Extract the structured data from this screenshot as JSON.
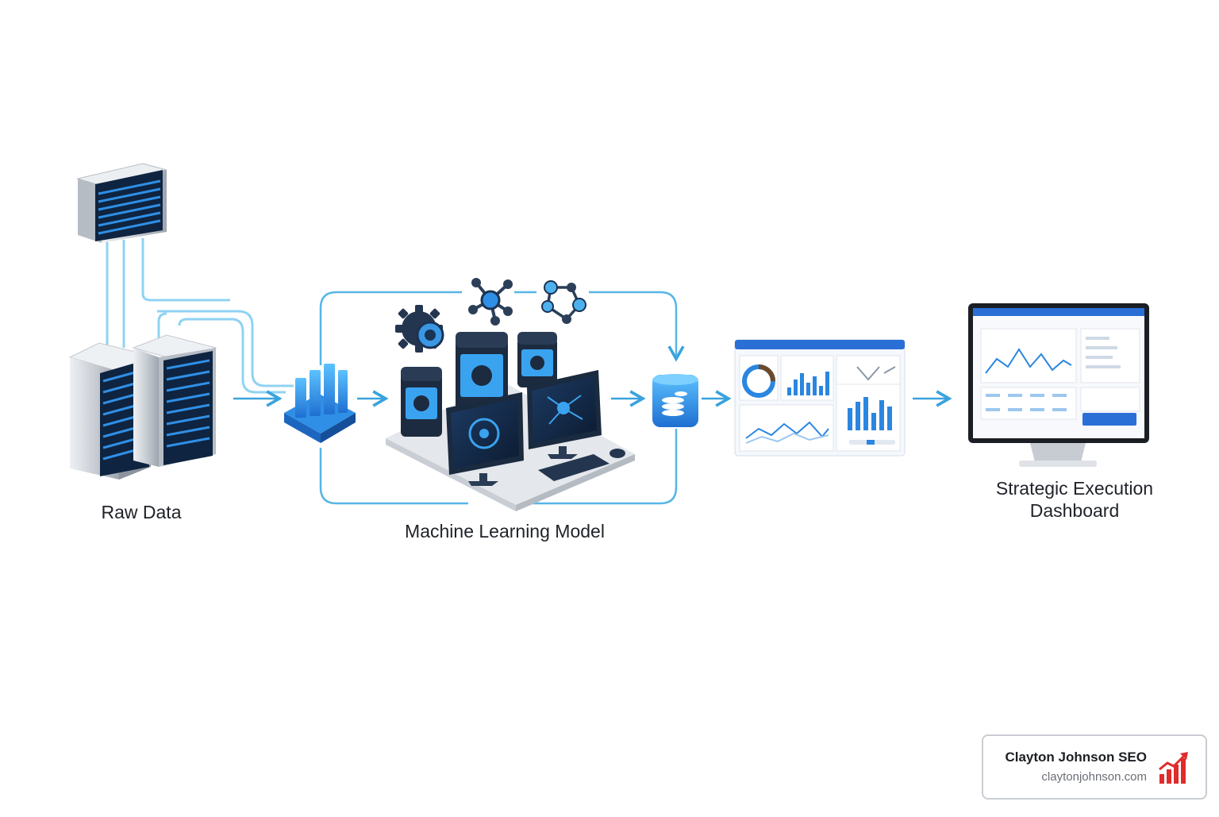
{
  "labels": {
    "raw_data": "Raw Data",
    "ml_model": "Machine Learning Model",
    "dashboard_line1": "Strategic Execution",
    "dashboard_line2": "Dashboard"
  },
  "brand": {
    "name": "Clayton Johnson SEO",
    "url": "claytonjohnson.com",
    "logo_icon": "bar-chart-trend-icon"
  },
  "colors": {
    "accent": "#2a86e0",
    "connector": "#56b6e6",
    "brand_red": "#e02b2b",
    "server_body": "#d4d8de",
    "screen_dark": "#132844"
  }
}
